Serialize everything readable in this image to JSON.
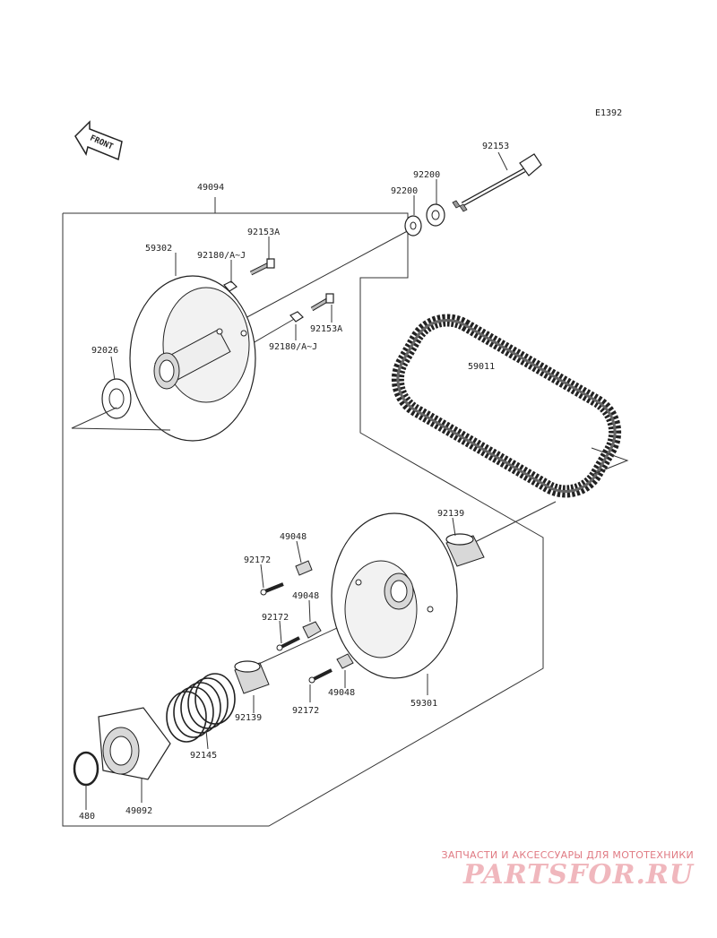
{
  "diagram_code": "E1392",
  "front_label": "FRONT",
  "watermark": {
    "subtitle": "ЗАПЧАСТИ И АКСЕССУАРЫ ДЛЯ МОТОТЕХНИКИ",
    "brand": "PARTSFOR.RU"
  },
  "part_labels": {
    "p92153": "92153",
    "p92200_a": "92200",
    "p92200_b": "92200",
    "p49094": "49094",
    "p92153A_a": "92153A",
    "p59302": "59302",
    "p92180_a": "92180/A~J",
    "p92153A_b": "92153A",
    "p92180_b": "92180/A~J",
    "p92026": "92026",
    "p59011": "59011",
    "p92139_a": "92139",
    "p49048_a": "49048",
    "p92172_a": "92172",
    "p49048_b": "49048",
    "p92172_b": "92172",
    "p49048_c": "49048",
    "p92172_c": "92172",
    "p92139_b": "92139",
    "p92145": "92145",
    "p59301": "59301",
    "p480": "480",
    "p49092": "49092"
  }
}
